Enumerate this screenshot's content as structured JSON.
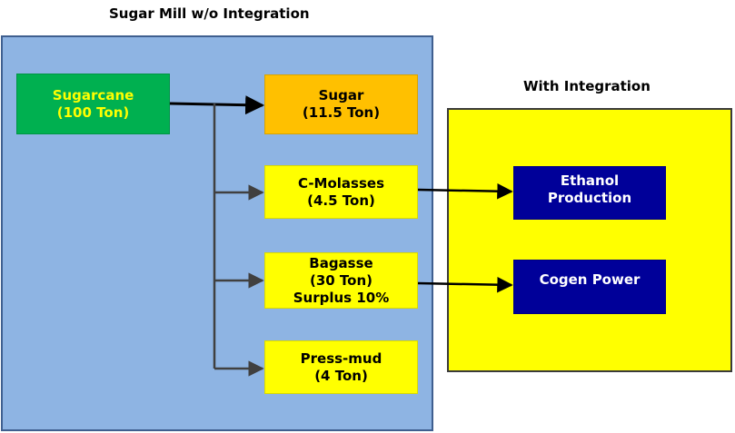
{
  "titles": {
    "left": "Sugar Mill w/o Integration",
    "right": "With Integration"
  },
  "boxes": {
    "sugarcane": {
      "line1": "Sugarcane",
      "line2": "(100 Ton)"
    },
    "sugar": {
      "line1": "Sugar",
      "line2": "(11.5 Ton)"
    },
    "molasses": {
      "line1": "C-Molasses",
      "line2": "(4.5 Ton)"
    },
    "bagasse": {
      "line1": "Bagasse",
      "line2": "(30 Ton)",
      "line3": "Surplus 10%"
    },
    "pressmud": {
      "line1": "Press-mud",
      "line2": "(4 Ton)"
    },
    "ethanol": {
      "line1": "Ethanol",
      "line2": "Production"
    },
    "cogen": {
      "line1": "Cogen Power"
    }
  },
  "colors": {
    "left_panel": "#8eb4e3",
    "right_panel": "#ffff00",
    "sugarcane": "#00b050",
    "sugar": "#ffc000",
    "byproduct": "#ffff00",
    "integration_box": "#000099",
    "connector_main": "#000000",
    "connector_branch": "#404040"
  }
}
